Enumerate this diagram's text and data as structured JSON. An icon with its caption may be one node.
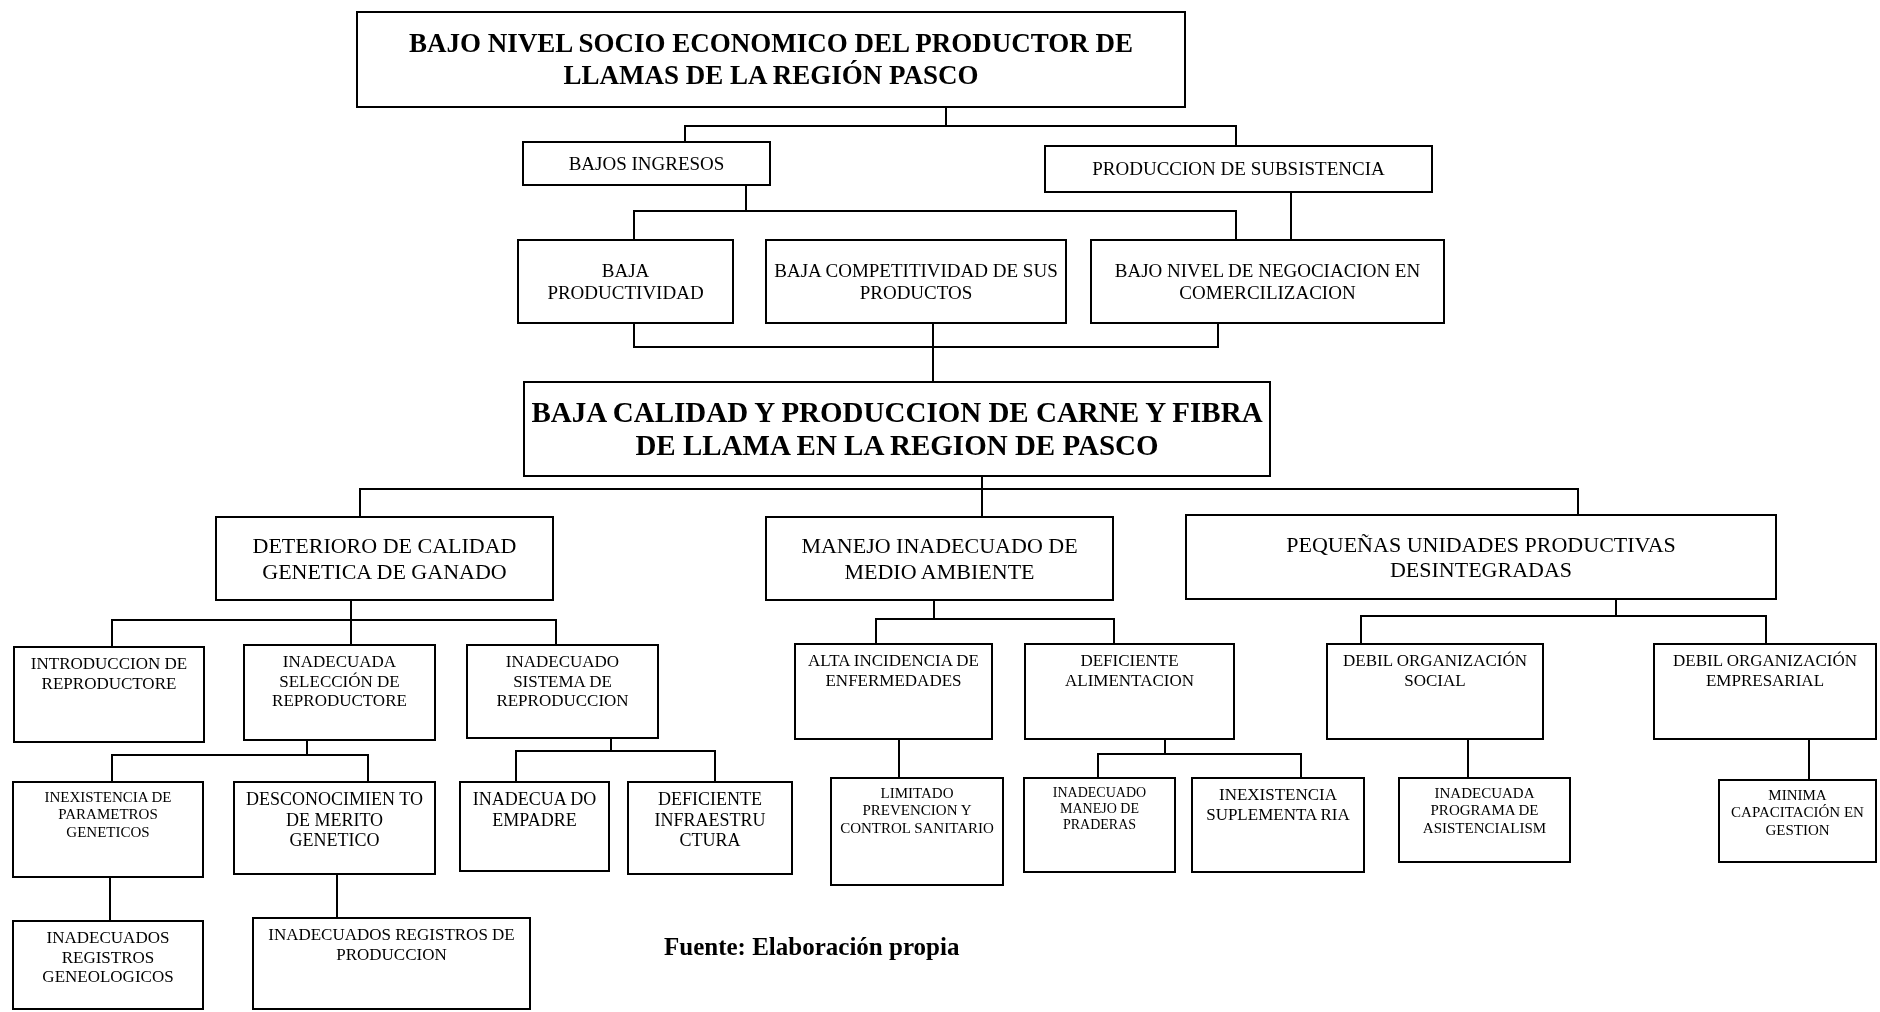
{
  "diagram": {
    "nodes": [
      {
        "text": [
          "BAJO NIVEL SOCIO ECONOMICO DEL PRODUCTOR DE LLAMAS DE LA REGIÓN PASCO"
        ]
      },
      {
        "text": [
          "BAJOS INGRESOS"
        ]
      },
      {
        "text": [
          "PRODUCCION DE SUBSISTENCIA"
        ]
      },
      {
        "text": [
          "BAJA PRODUCTIVIDAD"
        ]
      },
      {
        "text": [
          "BAJA COMPETITIVIDAD DE SUS PRODUCTOS"
        ]
      },
      {
        "text": [
          "BAJO NIVEL DE NEGOCIACION EN COMERCILIZACION"
        ]
      },
      {
        "text": [
          "BAJA CALIDAD Y PRODUCCION DE CARNE Y FIBRA DE LLAMA EN LA REGION DE PASCO"
        ]
      },
      {
        "text": [
          "DETERIORO DE CALIDAD GENETICA DE GANADO"
        ]
      },
      {
        "text": [
          "MANEJO INADECUADO DE MEDIO AMBIENTE"
        ]
      },
      {
        "text": [
          "PEQUEÑAS UNIDADES PRODUCTIVAS DESINTEGRADAS"
        ]
      },
      {
        "text": [
          "INTRODUCCION DE REPRODUCTORE"
        ]
      },
      {
        "text": [
          "INADECUADA SELECCIÓN DE REPRODUCTORE"
        ]
      },
      {
        "text": [
          "INADECUADO SISTEMA DE REPRODUCCION"
        ]
      },
      {
        "text": [
          "INEXISTENCIA DE PARAMETROS GENETICOS"
        ]
      },
      {
        "text": [
          "DESCONOCIMIEN TO DE MERITO GENETICO"
        ]
      },
      {
        "text": [
          "INADECUA DO EMPADRE"
        ]
      },
      {
        "text": [
          "DEFICIENTE INFRAESTRU CTURA"
        ]
      },
      {
        "text": [
          "INADECUADOS REGISTROS GENEOLOGICOS"
        ]
      },
      {
        "text": [
          "INADECUADOS REGISTROS DE PRODUCCION"
        ]
      },
      {
        "text": [
          "ALTA INCIDENCIA DE ENFERMEDADES"
        ]
      },
      {
        "text": [
          "DEFICIENTE ALIMENTACION"
        ]
      },
      {
        "text": [
          "LIMITADO PREVENCION Y CONTROL SANITARIO"
        ]
      },
      {
        "text": [
          "INADECUADO MANEJO DE PRADERAS"
        ]
      },
      {
        "text": [
          "INEXISTENCIA SUPLEMENTA RIA"
        ]
      },
      {
        "text": [
          "DEBIL ORGANIZACIÓN SOCIAL"
        ]
      },
      {
        "text": [
          "DEBIL ORGANIZACIÓN EMPRESARIAL"
        ]
      },
      {
        "text": [
          "INADECUADA PROGRAMA DE ASISTENCIALISM"
        ]
      },
      {
        "text": [
          "MINIMA CAPACITACIÓN EN GESTION"
        ]
      }
    ],
    "edges": [
      {
        "from": 0,
        "to": 1,
        "arrow": "none"
      },
      {
        "from": 0,
        "to": 2,
        "arrow": "none"
      },
      {
        "from": 1,
        "to": 3,
        "arrow": "none"
      },
      {
        "from": 1,
        "to": 5,
        "arrow": "none"
      },
      {
        "from": 2,
        "to": 5,
        "arrow": "none"
      },
      {
        "from": 3,
        "to": 6,
        "arrow": "none"
      },
      {
        "from": 4,
        "to": 6,
        "arrow": "none"
      },
      {
        "from": 5,
        "to": 6,
        "arrow": "none"
      },
      {
        "from": 6,
        "to": 7,
        "arrow": "none"
      },
      {
        "from": 6,
        "to": 8,
        "arrow": "none"
      },
      {
        "from": 6,
        "to": 9,
        "arrow": "none"
      },
      {
        "from": 7,
        "to": 10,
        "arrow": "none"
      },
      {
        "from": 7,
        "to": 11,
        "arrow": "none"
      },
      {
        "from": 7,
        "to": 12,
        "arrow": "none"
      },
      {
        "from": 11,
        "to": 13,
        "arrow": "none"
      },
      {
        "from": 11,
        "to": 14,
        "arrow": "none"
      },
      {
        "from": 12,
        "to": 15,
        "arrow": "none"
      },
      {
        "from": 12,
        "to": 16,
        "arrow": "none"
      },
      {
        "from": 13,
        "to": 17,
        "arrow": "none"
      },
      {
        "from": 14,
        "to": 18,
        "arrow": "none"
      },
      {
        "from": 8,
        "to": 19,
        "arrow": "none"
      },
      {
        "from": 8,
        "to": 20,
        "arrow": "none"
      },
      {
        "from": 19,
        "to": 21,
        "arrow": "none"
      },
      {
        "from": 20,
        "to": 22,
        "arrow": "none"
      },
      {
        "from": 20,
        "to": 23,
        "arrow": "none"
      },
      {
        "from": 9,
        "to": 24,
        "arrow": "none"
      },
      {
        "from": 9,
        "to": 25,
        "arrow": "none"
      },
      {
        "from": 24,
        "to": 26,
        "arrow": "none"
      },
      {
        "from": 25,
        "to": 27,
        "arrow": "none"
      }
    ],
    "labels": [
      "Fuente: Elaboración propia"
    ]
  }
}
